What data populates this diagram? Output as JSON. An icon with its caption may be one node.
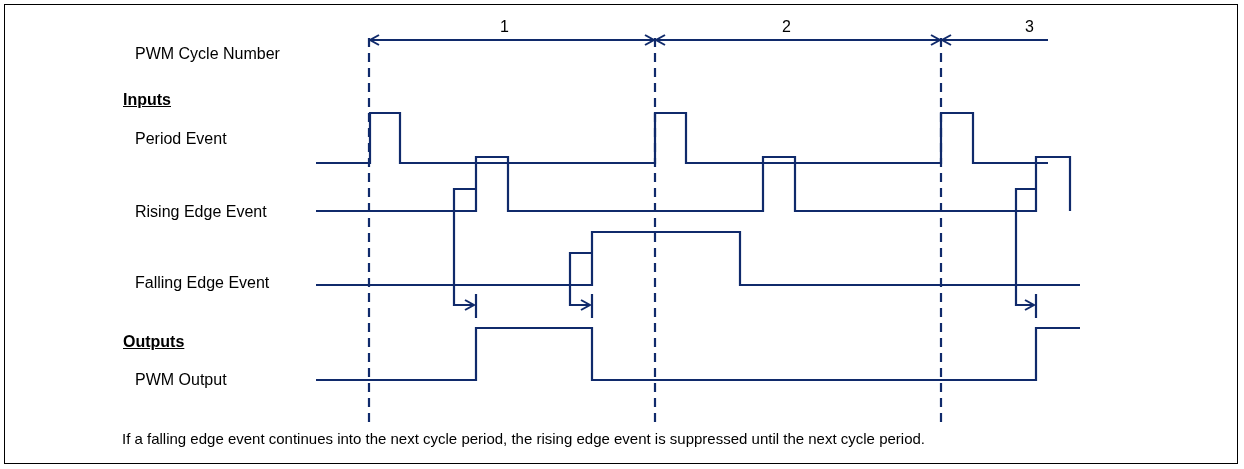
{
  "diagram": {
    "caption": "If a falling edge event continues into the next cycle period, the rising edge event is suppressed until the next cycle period.",
    "labels": [
      "PWM Cycle Number",
      "1",
      "2",
      "3",
      "Inputs",
      "Period Event",
      "Rising Edge Event",
      "Falling Edge Event",
      "Outputs",
      "PWM Output"
    ]
  }
}
